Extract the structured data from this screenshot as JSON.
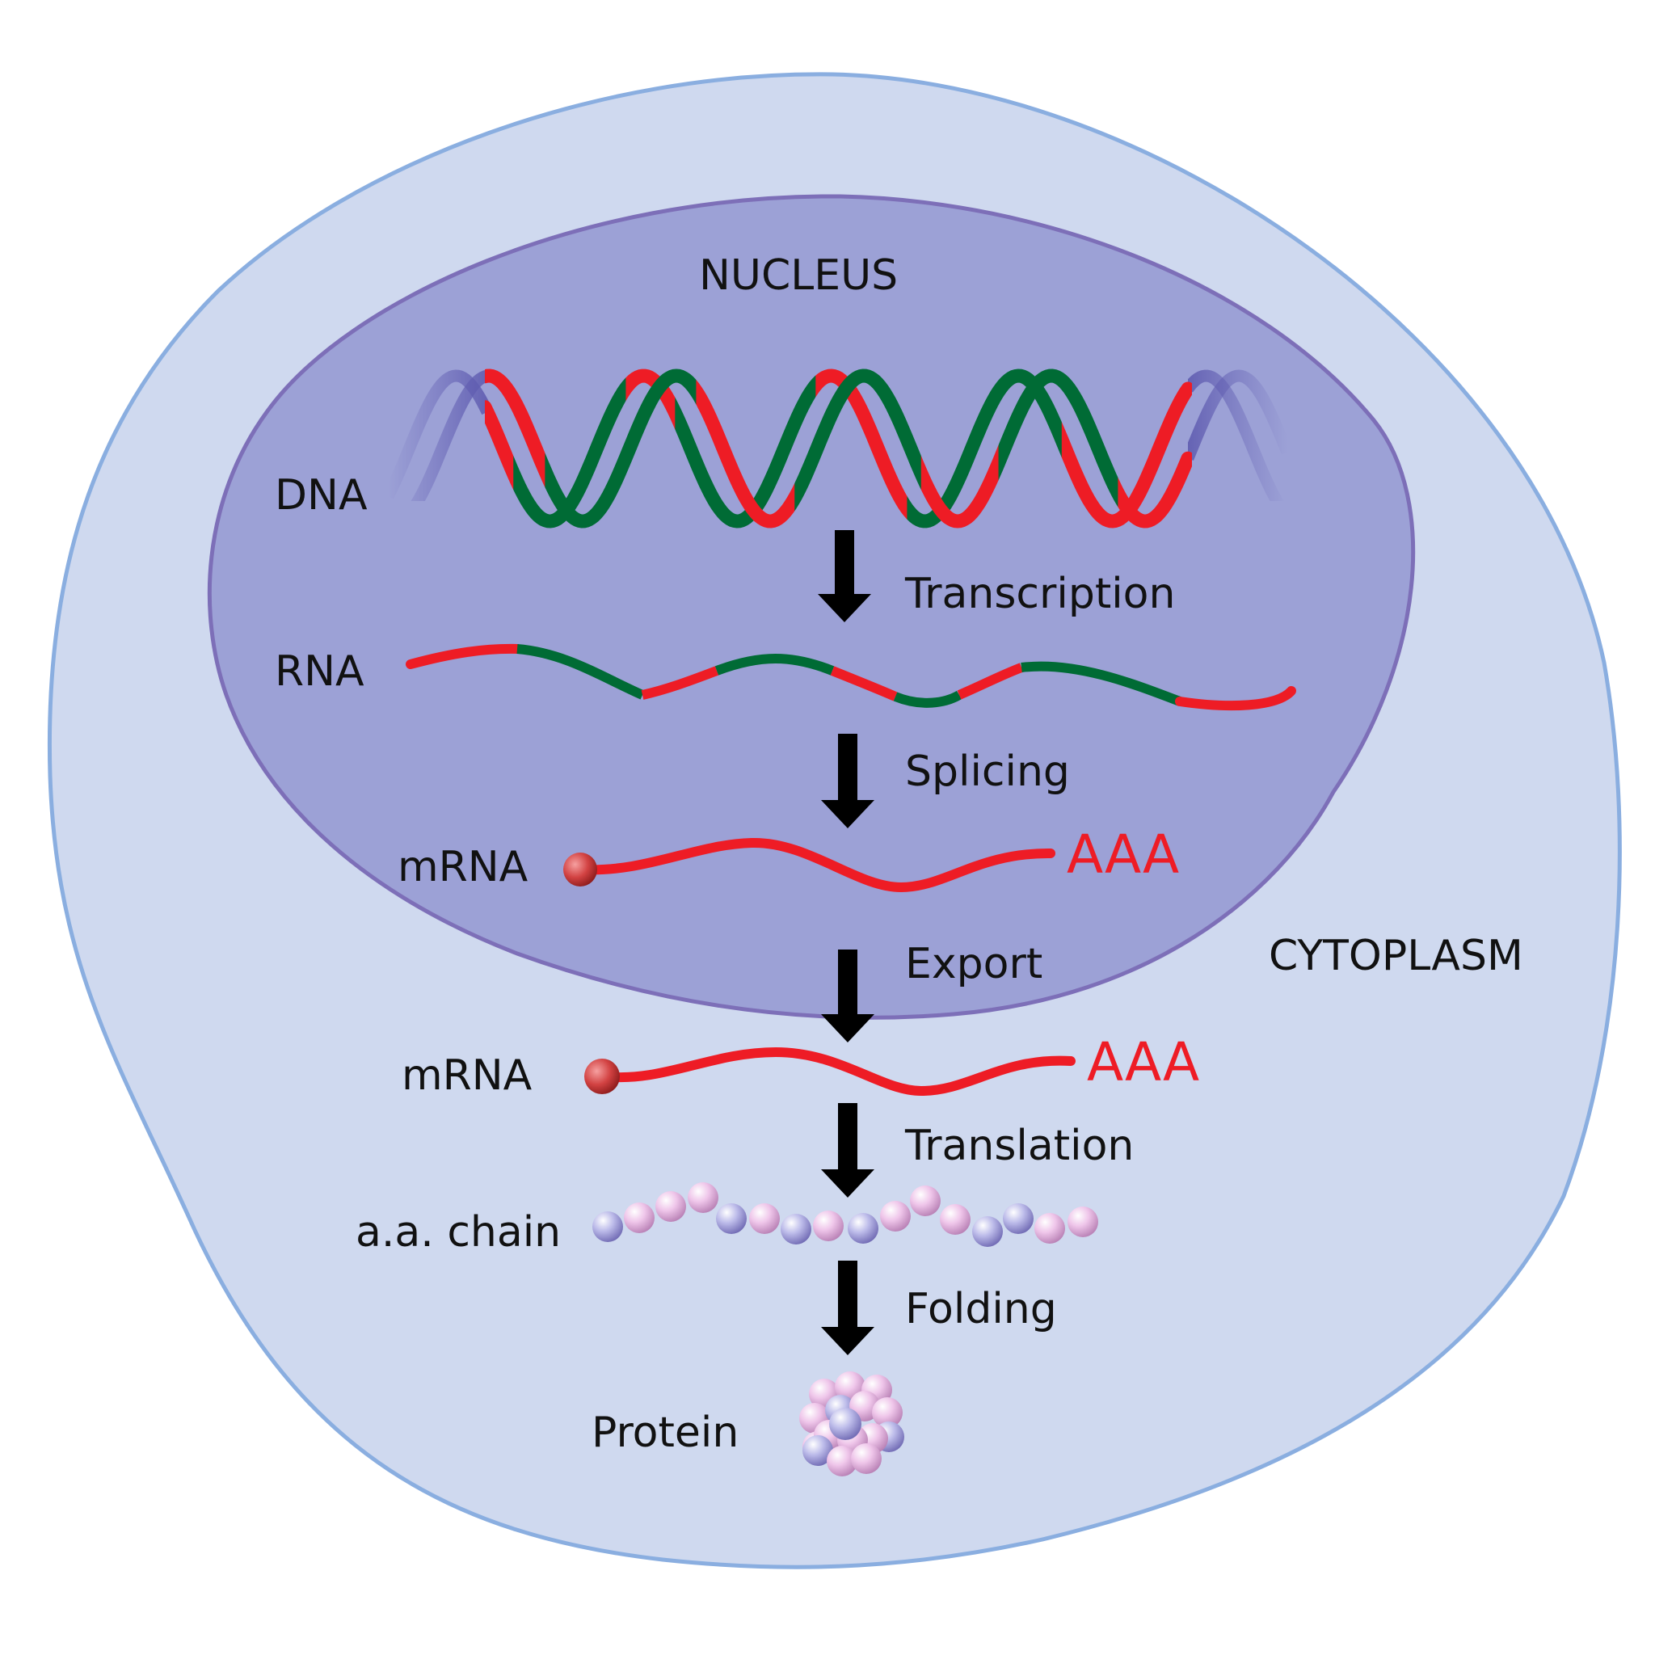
{
  "compartments": {
    "nucleus": "NUCLEUS",
    "cytoplasm": "CYTOPLASM"
  },
  "molecules": {
    "dna": "DNA",
    "rna": "RNA",
    "mrna_nuclear": "mRNA",
    "mrna_cytoplasm": "mRNA",
    "aa_chain": "a.a. chain",
    "protein": "Protein",
    "polya_tail": "AAA"
  },
  "steps": {
    "transcription": "Transcription",
    "splicing": "Splicing",
    "export": "Export",
    "translation": "Translation",
    "folding": "Folding"
  },
  "colors": {
    "cell_fill": "#cfd9ef",
    "cell_stroke": "#8aaee0",
    "nucleus_fill": "#9ca1d6",
    "nucleus_stroke": "#7d6fb8",
    "exon_red": "#ee1c25",
    "intron_green": "#006b35",
    "arrow": "#000000",
    "bead_pink": "#e6b2e0",
    "bead_blue": "#9d9ad8"
  }
}
